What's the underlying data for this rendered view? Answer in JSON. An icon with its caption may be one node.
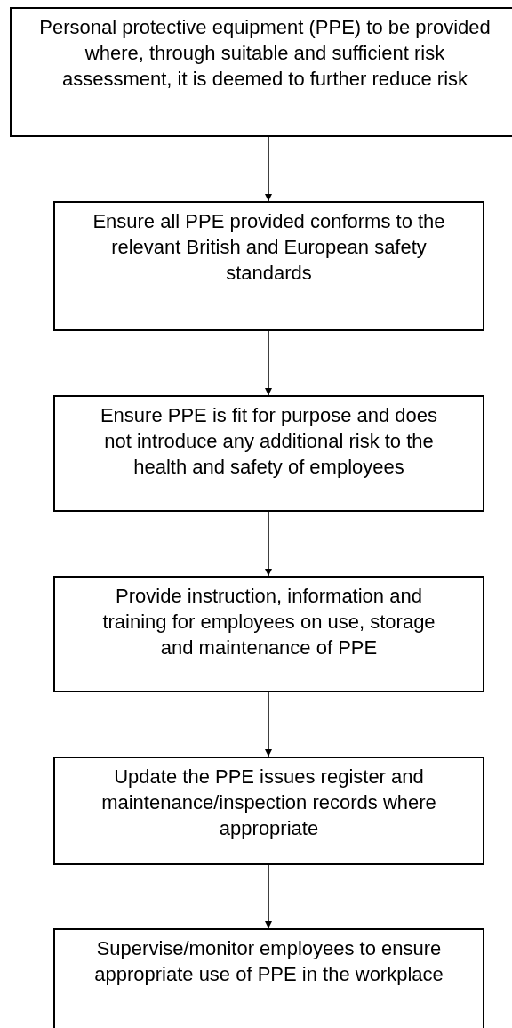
{
  "diagram": {
    "nodes": [
      {
        "text": [
          "Personal protective equipment (PPE) to be provided where, through suitable and sufficient risk assessment, it is deemed to further reduce risk"
        ]
      },
      {
        "text": [
          "Ensure all PPE provided conforms to the relevant British and European safety standards"
        ]
      },
      {
        "text": [
          "Ensure PPE is fit for purpose and does not introduce any additional risk to the health and safety of employees"
        ]
      },
      {
        "text": [
          "Provide instruction, information and training for employees on use, storage and maintenance of PPE"
        ]
      },
      {
        "text": [
          "Update the PPE issues register and maintenance/inspection records where appropriate"
        ]
      },
      {
        "text": [
          "Supervise/monitor employees to ensure appropriate use of PPE in the workplace"
        ]
      }
    ],
    "edges": [
      {
        "from": 0,
        "to": 1,
        "arrow": "to"
      },
      {
        "from": 1,
        "to": 2,
        "arrow": "to"
      },
      {
        "from": 2,
        "to": 3,
        "arrow": "to"
      },
      {
        "from": 3,
        "to": 4,
        "arrow": "to"
      },
      {
        "from": 4,
        "to": 5,
        "arrow": "to"
      }
    ]
  }
}
